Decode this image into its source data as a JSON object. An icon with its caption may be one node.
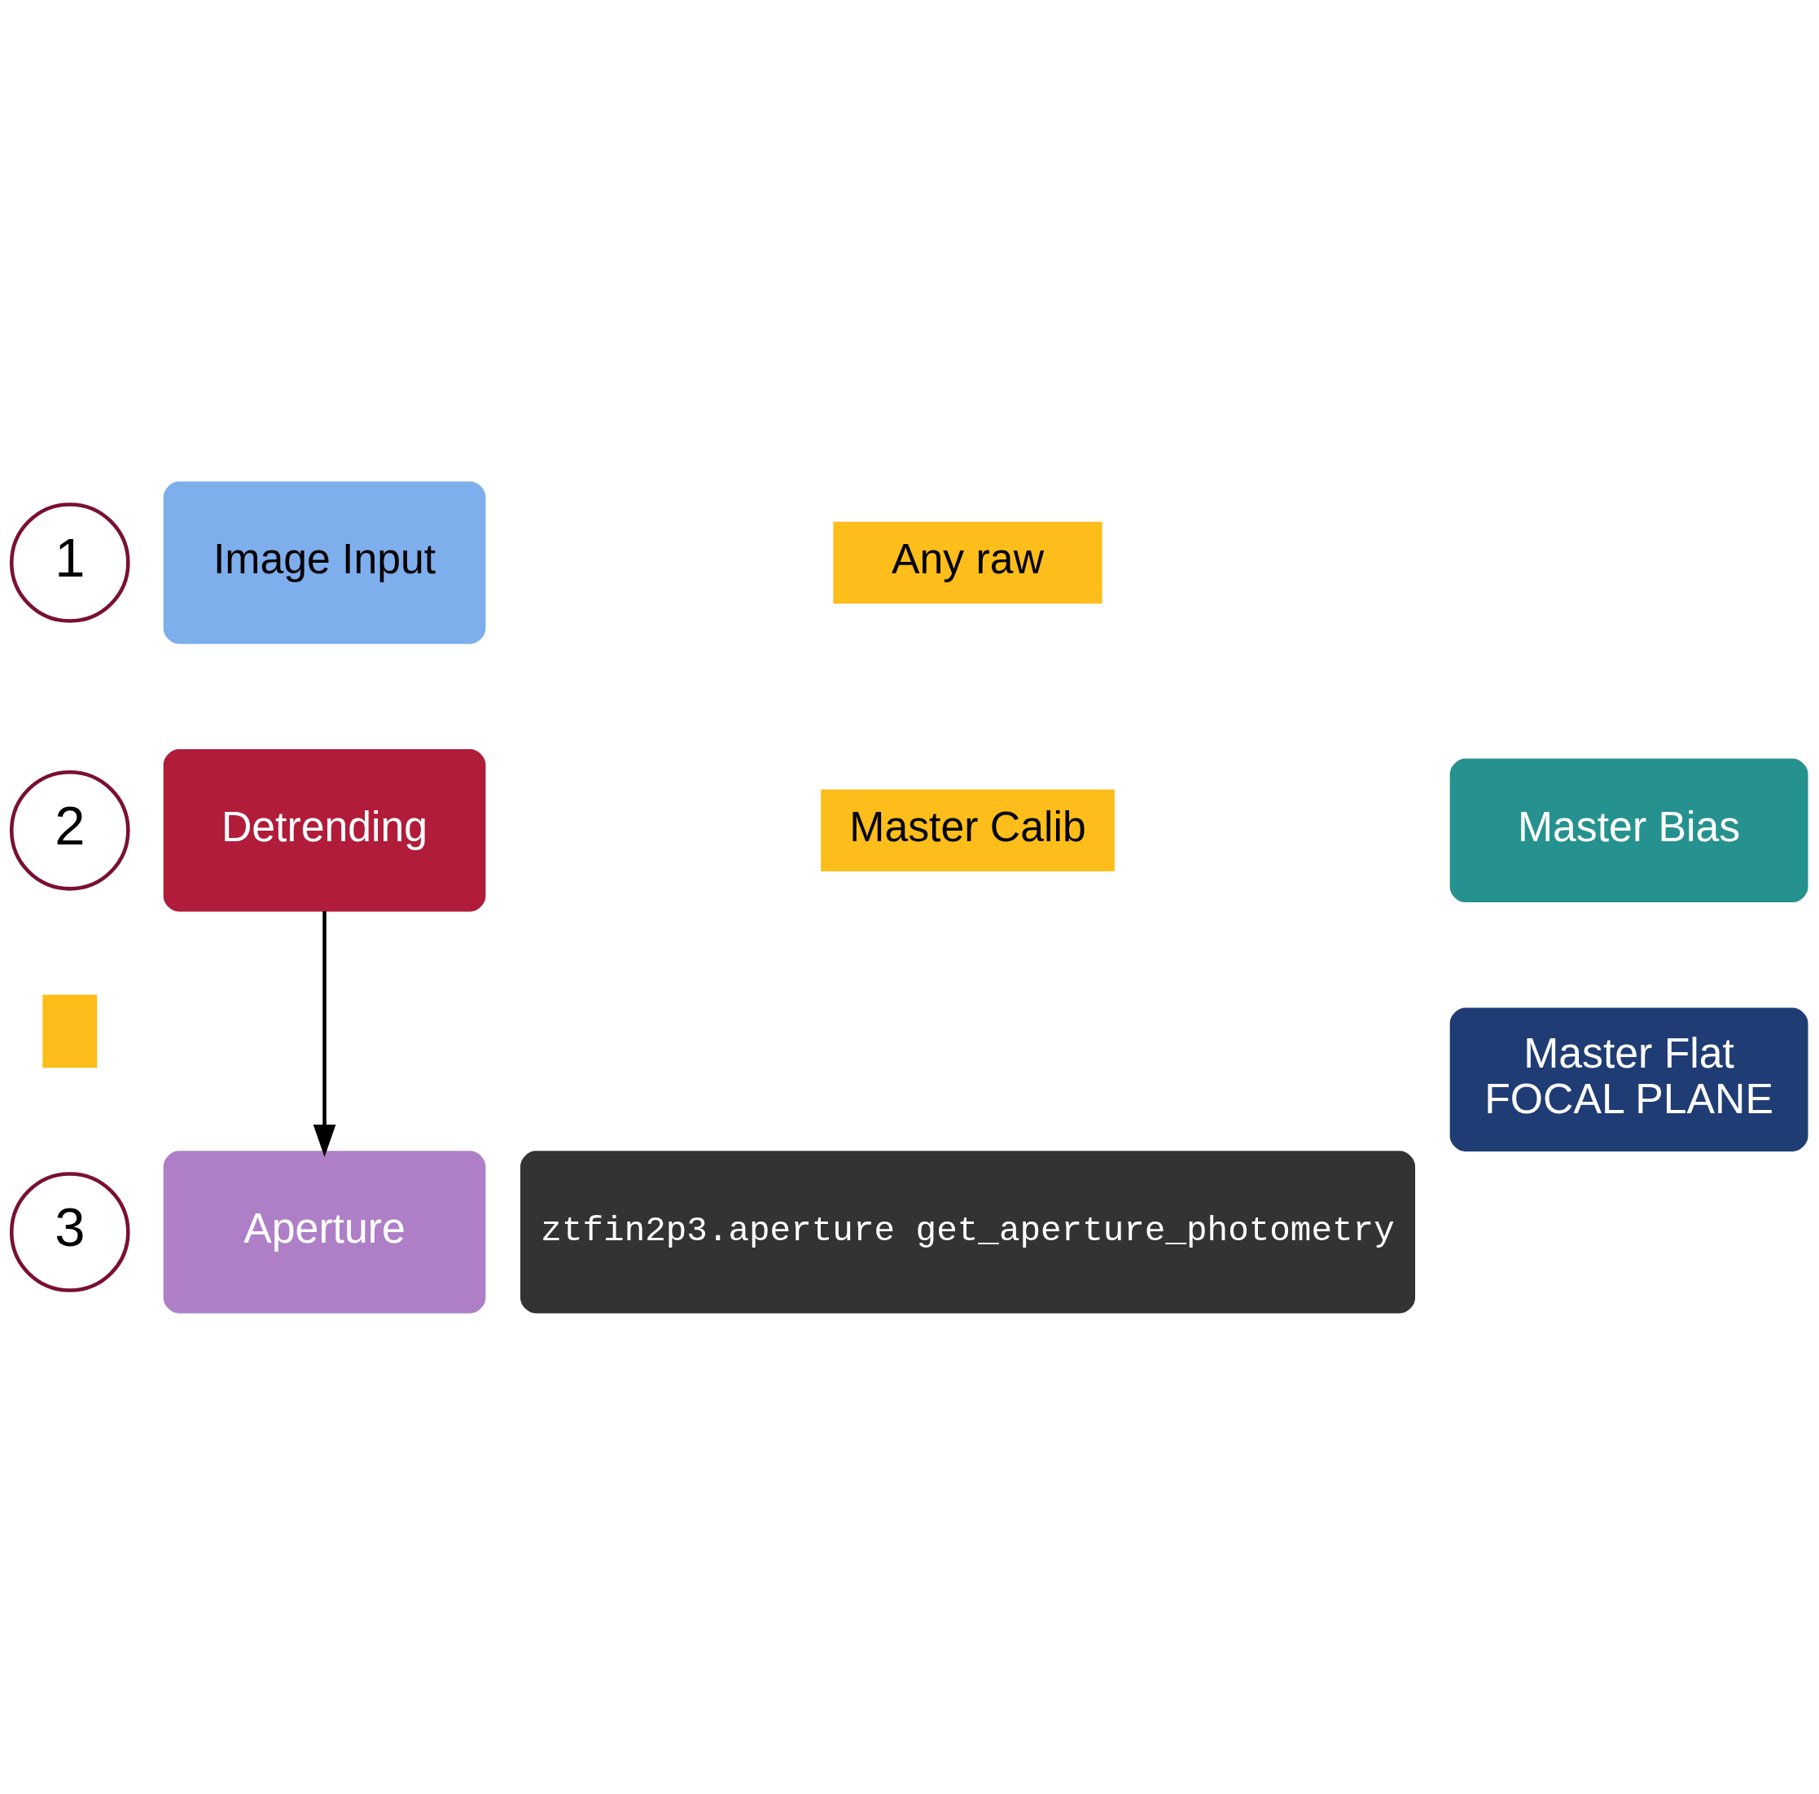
{
  "diagram": {
    "nodes": [
      {
        "text": [
          "1"
        ]
      },
      {
        "text": [
          "Image Input"
        ]
      },
      {
        "text": [
          "Any raw"
        ]
      },
      {
        "text": [
          "2"
        ]
      },
      {
        "text": [
          "Detrending"
        ]
      },
      {
        "text": [
          "Master Calib"
        ]
      },
      {
        "text": [
          "Master Bias"
        ]
      },
      {
        "text": [
          "Master Flat",
          "FOCAL PLANE"
        ]
      },
      {
        "text": [],
        "shape": "box"
      },
      {
        "text": [
          "3"
        ]
      },
      {
        "text": [
          "Aperture"
        ]
      },
      {
        "text": [
          "ztfin2p3.aperture get_aperture_photometry"
        ]
      }
    ],
    "edges": [
      {
        "from": 4,
        "to": 10,
        "arrow": "to"
      }
    ]
  }
}
